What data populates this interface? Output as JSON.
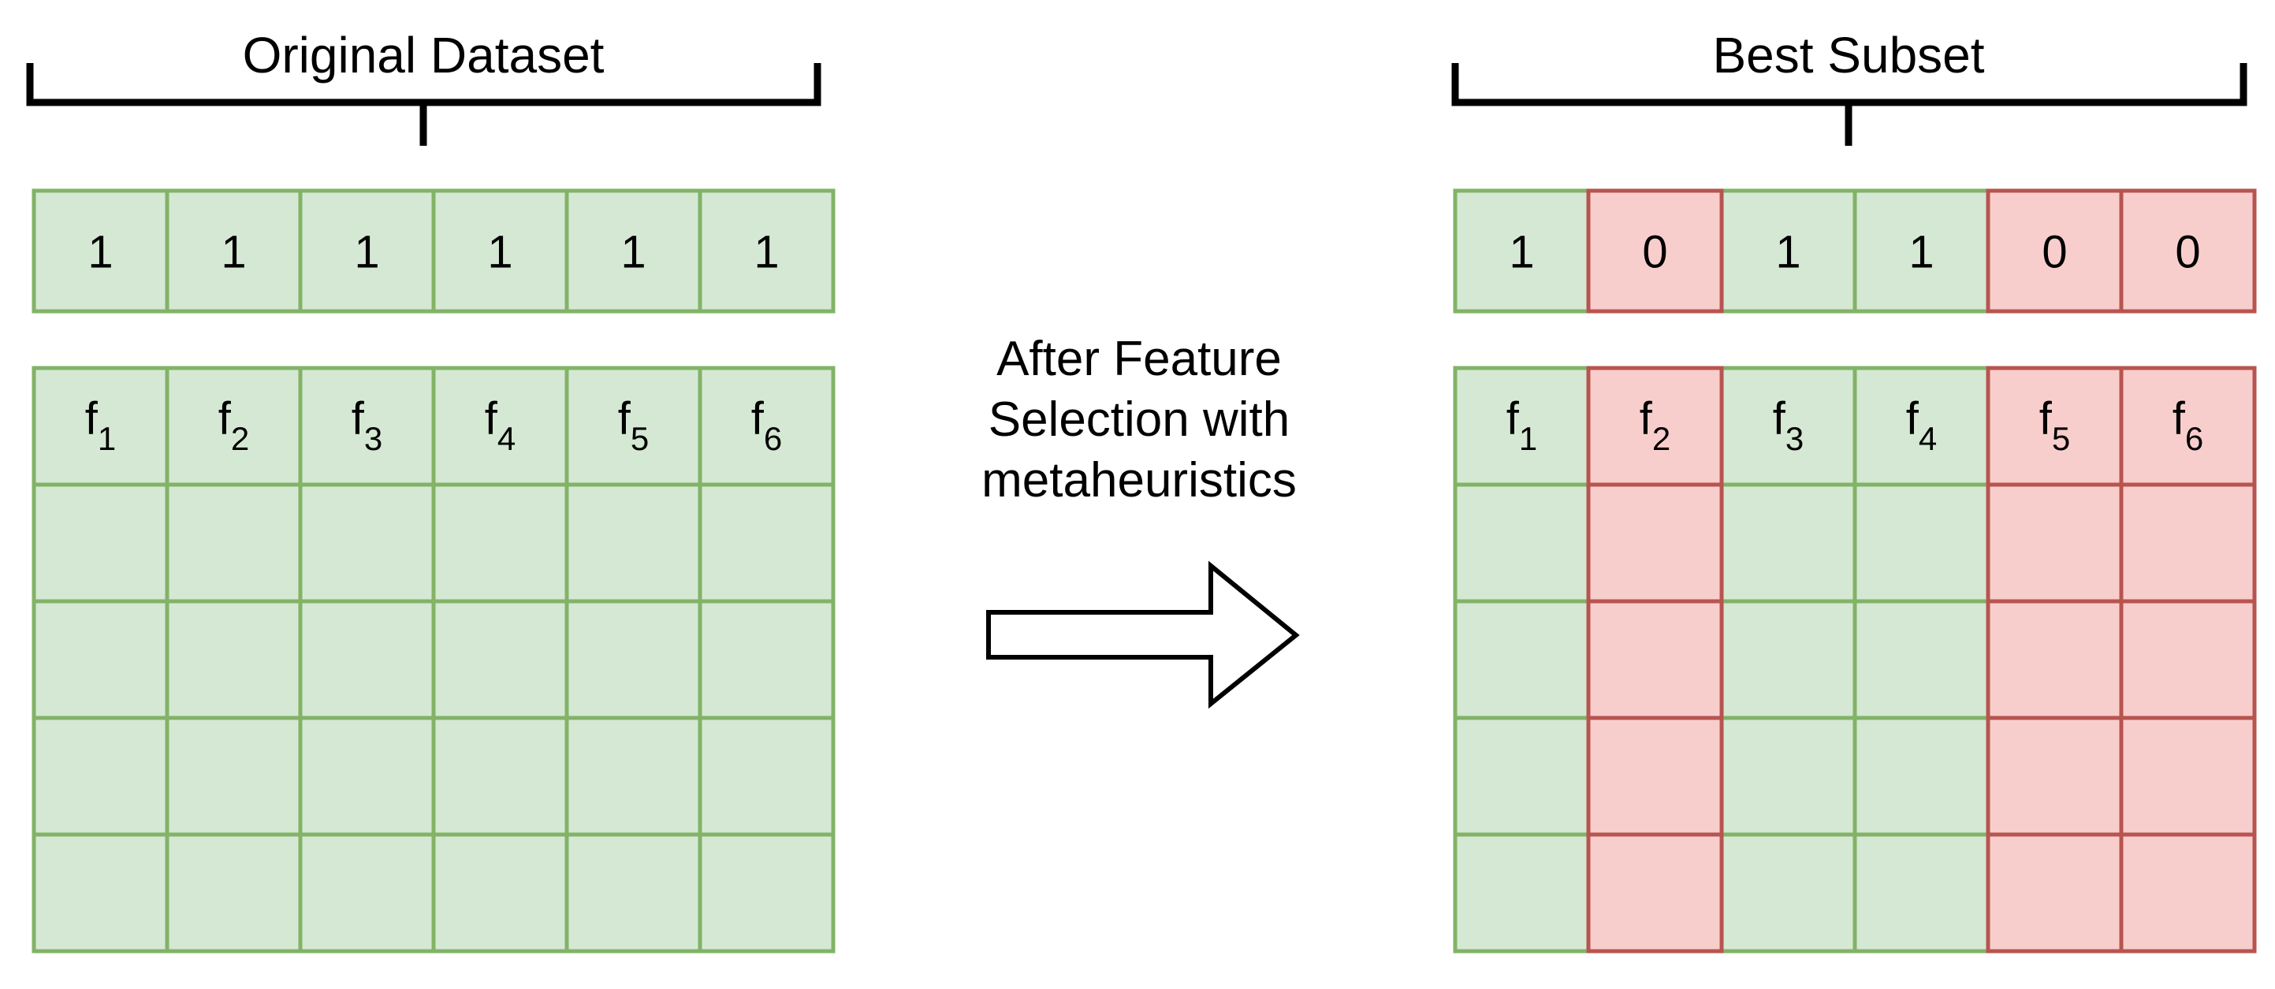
{
  "colors": {
    "selected_fill": "#d5e8d4",
    "selected_stroke": "#82b366",
    "removed_fill": "#f8cecc",
    "removed_stroke": "#b85450",
    "bracket": "#000000"
  },
  "left_panel": {
    "title": "Original Dataset",
    "mask": [
      "1",
      "1",
      "1",
      "1",
      "1",
      "1"
    ],
    "selected": [
      true,
      true,
      true,
      true,
      true,
      true
    ],
    "features": [
      {
        "base": "f",
        "sub": "1"
      },
      {
        "base": "f",
        "sub": "2"
      },
      {
        "base": "f",
        "sub": "3"
      },
      {
        "base": "f",
        "sub": "4"
      },
      {
        "base": "f",
        "sub": "5"
      },
      {
        "base": "f",
        "sub": "6"
      }
    ],
    "data_rows": 4
  },
  "middle": {
    "caption_lines": [
      "After Feature",
      "Selection with",
      "metaheuristics"
    ],
    "arrow_icon": "right-arrow-icon"
  },
  "right_panel": {
    "title": "Best Subset",
    "mask": [
      "1",
      "0",
      "1",
      "1",
      "0",
      "0"
    ],
    "selected": [
      true,
      false,
      true,
      true,
      false,
      false
    ],
    "features": [
      {
        "base": "f",
        "sub": "1"
      },
      {
        "base": "f",
        "sub": "2"
      },
      {
        "base": "f",
        "sub": "3"
      },
      {
        "base": "f",
        "sub": "4"
      },
      {
        "base": "f",
        "sub": "5"
      },
      {
        "base": "f",
        "sub": "6"
      }
    ],
    "data_rows": 4
  }
}
